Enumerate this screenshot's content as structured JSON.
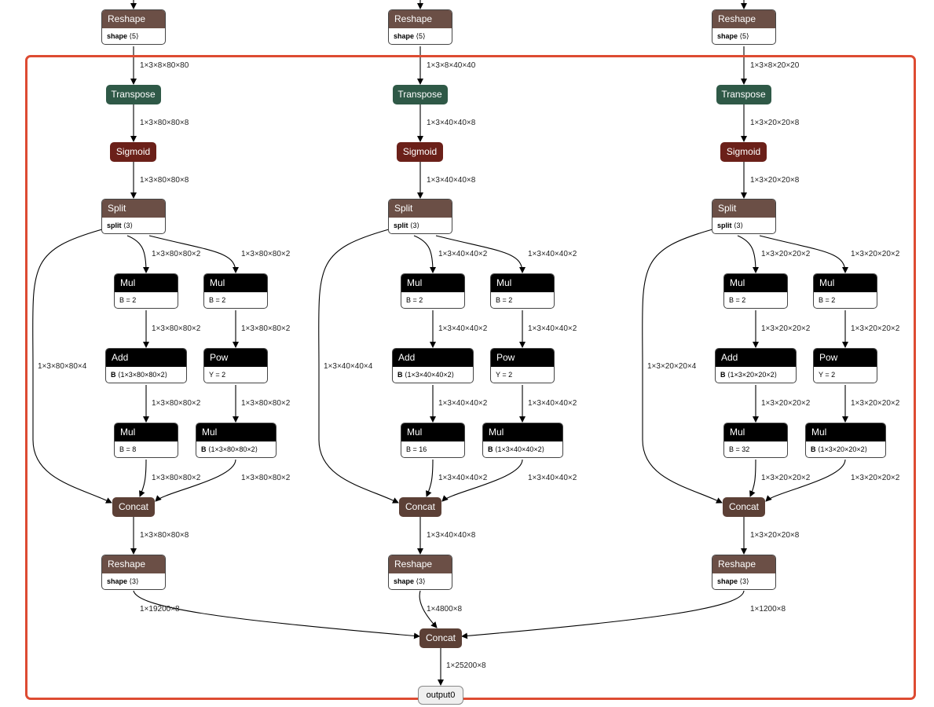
{
  "columns": [
    {
      "id": "c1",
      "reshape_top": {
        "op": "Reshape",
        "attr_name": "shape",
        "attr_value": "⟨5⟩"
      },
      "transpose": "Transpose",
      "sigmoid": "Sigmoid",
      "split": {
        "op": "Split",
        "attr_name": "split",
        "attr_value": "⟨3⟩"
      },
      "mul_a": {
        "op": "Mul",
        "attr": "B = 2"
      },
      "mul_b": {
        "op": "Mul",
        "attr": "B = 2"
      },
      "add": {
        "op": "Add",
        "attr_name": "B",
        "attr_value": "⟨1×3×80×80×2⟩"
      },
      "pow": {
        "op": "Pow",
        "attr": "Y = 2"
      },
      "mul_c": {
        "op": "Mul",
        "attr": "B = 8"
      },
      "mul_d": {
        "op": "Mul",
        "attr_name": "B",
        "attr_value": "⟨1×3×80×80×2⟩"
      },
      "concat": "Concat",
      "reshape_bottom": {
        "op": "Reshape",
        "attr_name": "shape",
        "attr_value": "⟨3⟩"
      },
      "edges": {
        "top": "1×3×8×80×80",
        "t_to_s": "1×3×80×80×8",
        "s_to_split": "1×3×80×80×8",
        "split_mul_a": "1×3×80×80×2",
        "split_mul_b": "1×3×80×80×2",
        "split_concat": "1×3×80×80×4",
        "mul_a_add": "1×3×80×80×2",
        "mul_b_pow": "1×3×80×80×2",
        "add_mul_c": "1×3×80×80×2",
        "pow_mul_d": "1×3×80×80×2",
        "mul_c_concat": "1×3×80×80×2",
        "mul_d_concat": "1×3×80×80×2",
        "concat_reshape": "1×3×80×80×8",
        "reshape_out": "1×19200×8"
      }
    },
    {
      "id": "c2",
      "reshape_top": {
        "op": "Reshape",
        "attr_name": "shape",
        "attr_value": "⟨5⟩"
      },
      "transpose": "Transpose",
      "sigmoid": "Sigmoid",
      "split": {
        "op": "Split",
        "attr_name": "split",
        "attr_value": "⟨3⟩"
      },
      "mul_a": {
        "op": "Mul",
        "attr": "B = 2"
      },
      "mul_b": {
        "op": "Mul",
        "attr": "B = 2"
      },
      "add": {
        "op": "Add",
        "attr_name": "B",
        "attr_value": "⟨1×3×40×40×2⟩"
      },
      "pow": {
        "op": "Pow",
        "attr": "Y = 2"
      },
      "mul_c": {
        "op": "Mul",
        "attr": "B = 16"
      },
      "mul_d": {
        "op": "Mul",
        "attr_name": "B",
        "attr_value": "⟨1×3×40×40×2⟩"
      },
      "concat": "Concat",
      "reshape_bottom": {
        "op": "Reshape",
        "attr_name": "shape",
        "attr_value": "⟨3⟩"
      },
      "edges": {
        "top": "1×3×8×40×40",
        "t_to_s": "1×3×40×40×8",
        "s_to_split": "1×3×40×40×8",
        "split_mul_a": "1×3×40×40×2",
        "split_mul_b": "1×3×40×40×2",
        "split_concat": "1×3×40×40×4",
        "mul_a_add": "1×3×40×40×2",
        "mul_b_pow": "1×3×40×40×2",
        "add_mul_c": "1×3×40×40×2",
        "pow_mul_d": "1×3×40×40×2",
        "mul_c_concat": "1×3×40×40×2",
        "mul_d_concat": "1×3×40×40×2",
        "concat_reshape": "1×3×40×40×8",
        "reshape_out": "1×4800×8"
      }
    },
    {
      "id": "c3",
      "reshape_top": {
        "op": "Reshape",
        "attr_name": "shape",
        "attr_value": "⟨5⟩"
      },
      "transpose": "Transpose",
      "sigmoid": "Sigmoid",
      "split": {
        "op": "Split",
        "attr_name": "split",
        "attr_value": "⟨3⟩"
      },
      "mul_a": {
        "op": "Mul",
        "attr": "B = 2"
      },
      "mul_b": {
        "op": "Mul",
        "attr": "B = 2"
      },
      "add": {
        "op": "Add",
        "attr_name": "B",
        "attr_value": "⟨1×3×20×20×2⟩"
      },
      "pow": {
        "op": "Pow",
        "attr": "Y = 2"
      },
      "mul_c": {
        "op": "Mul",
        "attr": "B = 32"
      },
      "mul_d": {
        "op": "Mul",
        "attr_name": "B",
        "attr_value": "⟨1×3×20×20×2⟩"
      },
      "concat": "Concat",
      "reshape_bottom": {
        "op": "Reshape",
        "attr_name": "shape",
        "attr_value": "⟨3⟩"
      },
      "edges": {
        "top": "1×3×8×20×20",
        "t_to_s": "1×3×20×20×8",
        "s_to_split": "1×3×20×20×8",
        "split_mul_a": "1×3×20×20×2",
        "split_mul_b": "1×3×20×20×2",
        "split_concat": "1×3×20×20×4",
        "mul_a_add": "1×3×20×20×2",
        "mul_b_pow": "1×3×20×20×2",
        "add_mul_c": "1×3×20×20×2",
        "pow_mul_d": "1×3×20×20×2",
        "mul_c_concat": "1×3×20×20×2",
        "mul_d_concat": "1×3×20×20×2",
        "concat_reshape": "1×3×20×20×8",
        "reshape_out": "1×1200×8"
      }
    }
  ],
  "final_concat": "Concat",
  "final_edge": "1×25200×8",
  "output": "output0",
  "colors": {
    "selection": "#dd4b32",
    "reshape": "#6b4f46",
    "transpose": "#2f5947",
    "sigmoid": "#6b2019",
    "mul": "#000000",
    "concat": "#5c4036"
  }
}
